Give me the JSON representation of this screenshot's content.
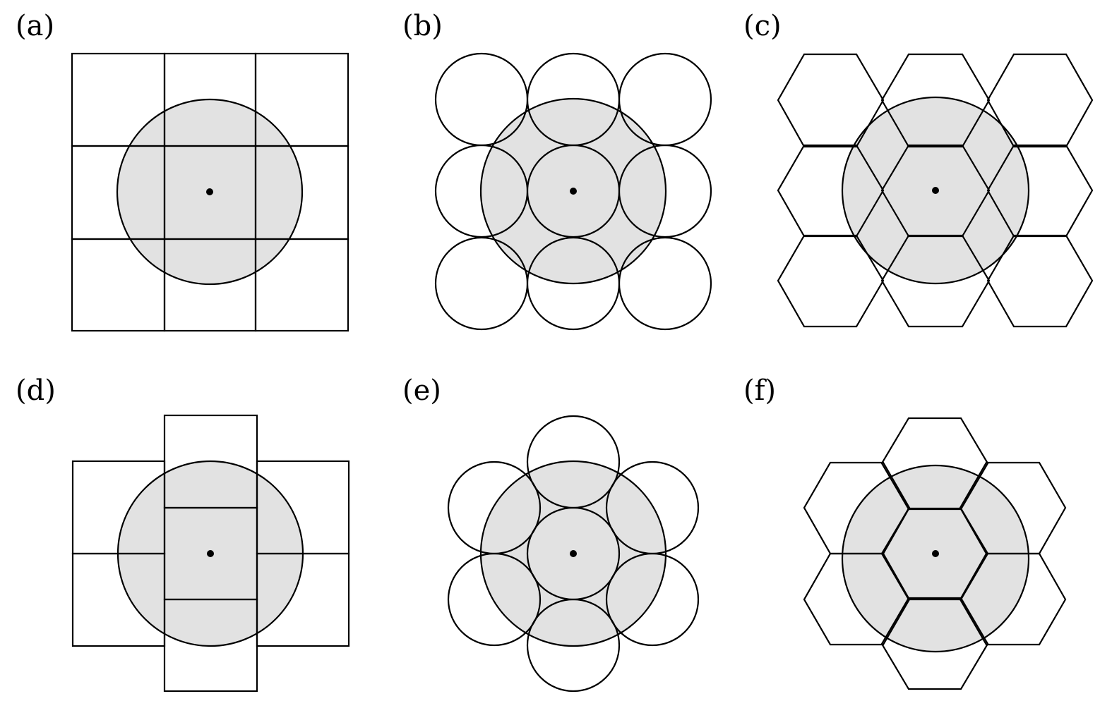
{
  "panels": [
    {
      "label": "(a)",
      "tiling": "square",
      "arrangement": "3x3 grid of squares",
      "tile_count": 9
    },
    {
      "label": "(b)",
      "tiling": "circle",
      "arrangement": "3x3 grid of circles",
      "tile_count": 9
    },
    {
      "label": "(c)",
      "tiling": "hexagon",
      "arrangement": "3 columns x 3 rows of hexagons",
      "tile_count": 9
    },
    {
      "label": "(d)",
      "tiling": "square",
      "arrangement": "center square with 6 neighbours",
      "tile_count": 7
    },
    {
      "label": "(e)",
      "tiling": "circle",
      "arrangement": "center circle with 6 neighbours",
      "tile_count": 7
    },
    {
      "label": "(f)",
      "tiling": "hexagon",
      "arrangement": "center hexagon with 6 neighbours",
      "tile_count": 7
    }
  ],
  "colors": {
    "disk_fill": "#e2e2e2",
    "stroke": "#000000",
    "background": "#ffffff"
  }
}
